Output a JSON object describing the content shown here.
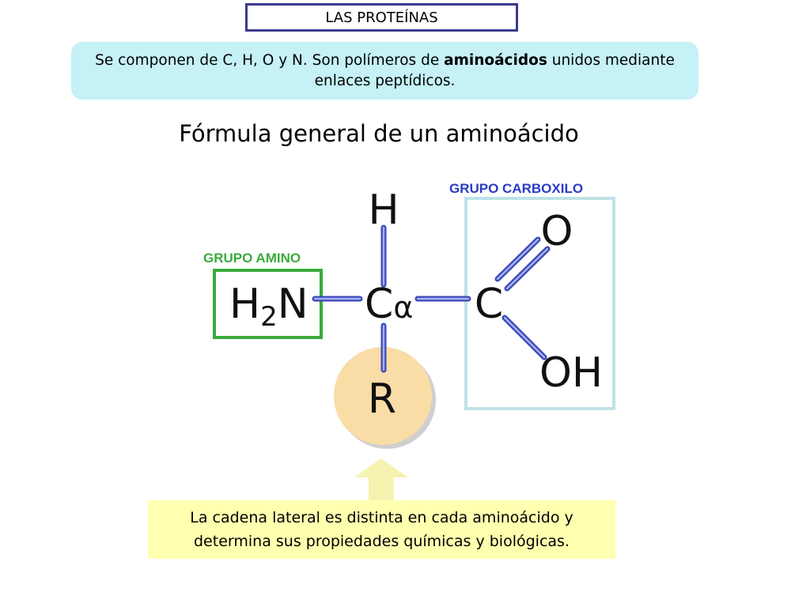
{
  "header": {
    "title": "LAS PROTEÍNAS"
  },
  "intro": {
    "text_before": "Se componen de C, H, O y N. Son polímeros de ",
    "bold_word": "aminoácidos",
    "text_after": " unidos mediante enlaces peptídicos."
  },
  "formula_title": "Fórmula general de un aminoácido",
  "labels": {
    "carboxyl_group": "GRUPO CARBOXILO",
    "amino_group": "GRUPO AMINO"
  },
  "molecule": {
    "atom_h": "H",
    "atom_n_part1": "H",
    "atom_n_subscript": "2",
    "atom_n_part2": "N",
    "atom_c_alpha": "C",
    "alpha_symbol": "α",
    "atom_c": "C",
    "atom_o": "O",
    "atom_oh": "OH",
    "atom_r": "R"
  },
  "footer_note": "La cadena lateral es distinta en cada aminoácido y determina sus propiedades químicas y biológicas.",
  "colors": {
    "bond": "#5b67c8",
    "amino_box": "#3aaa3a",
    "carboxyl_box": "#bfe2e6",
    "carboxyl_label": "#2b3bc4",
    "r_circle": "#f9dca6",
    "arrow": "#f6f3b0",
    "note_bg": "#ffffb0",
    "intro_bg": "#c5f1f7",
    "title_border": "#3a3a8c"
  }
}
